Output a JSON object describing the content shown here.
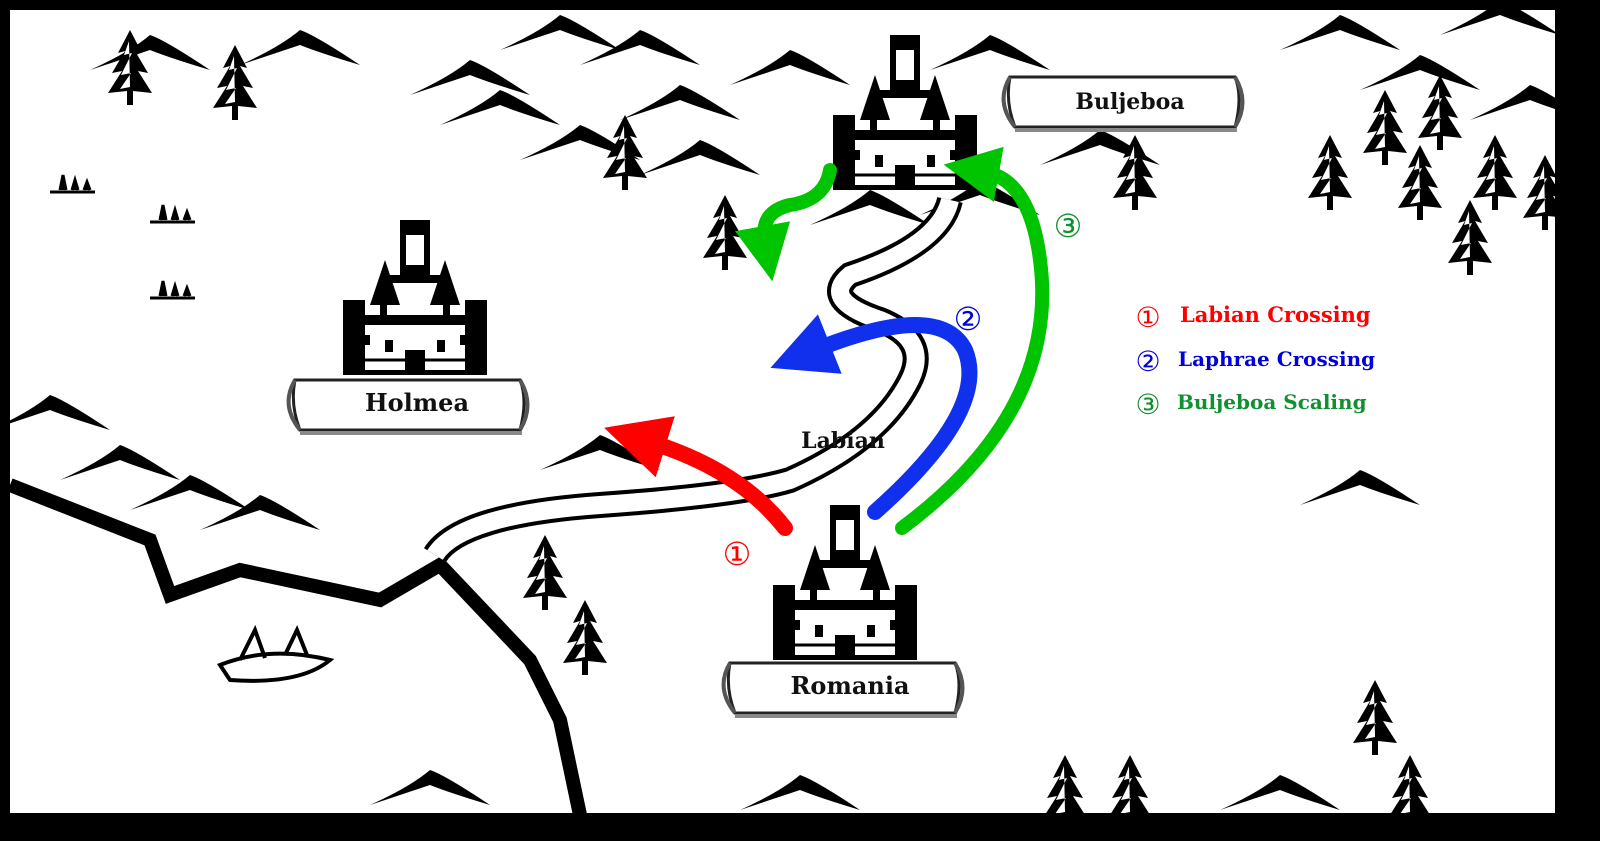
{
  "places": {
    "buljeboa": "Buljeboa",
    "holmea": "Holmea",
    "romania": "Romania",
    "river": "Labian"
  },
  "route_markers": {
    "one": "①",
    "two": "②",
    "three": "③"
  },
  "legend": [
    {
      "marker": "①",
      "label": "Labian Crossing",
      "color": "#ff0000"
    },
    {
      "marker": "②",
      "label": "Laphrae Crossing",
      "color": "#0000dd"
    },
    {
      "marker": "③",
      "label": "Buljeboa Scaling",
      "color": "#109030"
    }
  ],
  "colors": {
    "route1": "#ff0000",
    "route2": "#1030ee",
    "route3": "#00c400"
  }
}
